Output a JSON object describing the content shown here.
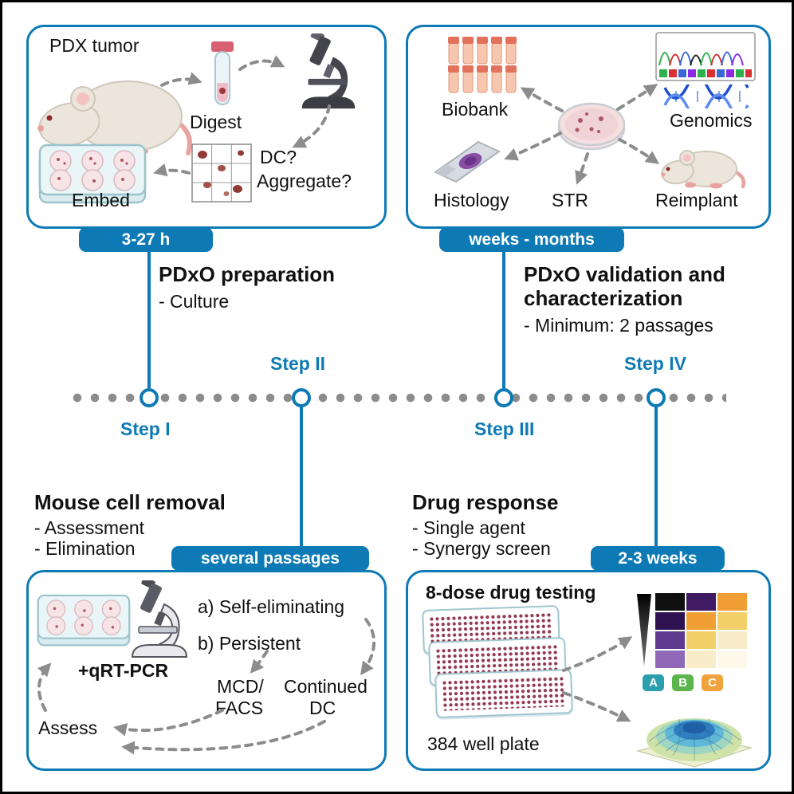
{
  "figure": {
    "accent_color": "#0e7ab5",
    "arrow_color": "#8c8c8c",
    "timeline_dot_color": "#8c8c8c"
  },
  "timeline": {
    "step1": "Step I",
    "step2": "Step II",
    "step3": "Step III",
    "step4": "Step IV"
  },
  "preparation": {
    "badge": "3-27 h",
    "title": "PDxO preparation",
    "bullet1": "- Culture",
    "pdx_tumor": "PDX tumor",
    "digest": "Digest",
    "dc": "DC?",
    "aggregate": "Aggregate?",
    "embed": "Embed"
  },
  "validation": {
    "badge": "weeks - months",
    "title_line1": "PDxO validation and",
    "title_line2": "characterization",
    "bullet1": "- Minimum: 2 passages",
    "biobank": "Biobank",
    "genomics": "Genomics",
    "histology": "Histology",
    "str": "STR",
    "reimplant": "Reimplant"
  },
  "removal": {
    "title": "Mouse cell removal",
    "bullet1": "- Assessment",
    "bullet2": "- Elimination",
    "badge": "several passages",
    "qrtpcr": "+qRT-PCR",
    "option_a": "a) Self-eliminating",
    "option_b": "b) Persistent",
    "mcd1": "MCD/",
    "mcd2": "FACS",
    "cont1": "Continued",
    "cont2": "DC",
    "assess": "Assess"
  },
  "drug": {
    "title": "Drug response",
    "bullet1": "- Single agent",
    "bullet2": "- Synergy screen",
    "badge": "2-3 weeks",
    "heading": "8-dose drug testing",
    "plate_label": "384 well plate",
    "heatmap": {
      "cells": [
        "#101010",
        "#401a63",
        "#ef9f33",
        "#2d1150",
        "#ef9f33",
        "#f3cf6a",
        "#5f3a8e",
        "#f3cf6a",
        "#f8ecc9",
        "#8f68b8",
        "#f8ecc9",
        "#fdf8ea"
      ],
      "legend": [
        {
          "label": "A",
          "color": "#2b9fae"
        },
        {
          "label": "B",
          "color": "#5cb54a"
        },
        {
          "label": "C",
          "color": "#f0a23c"
        }
      ]
    }
  }
}
